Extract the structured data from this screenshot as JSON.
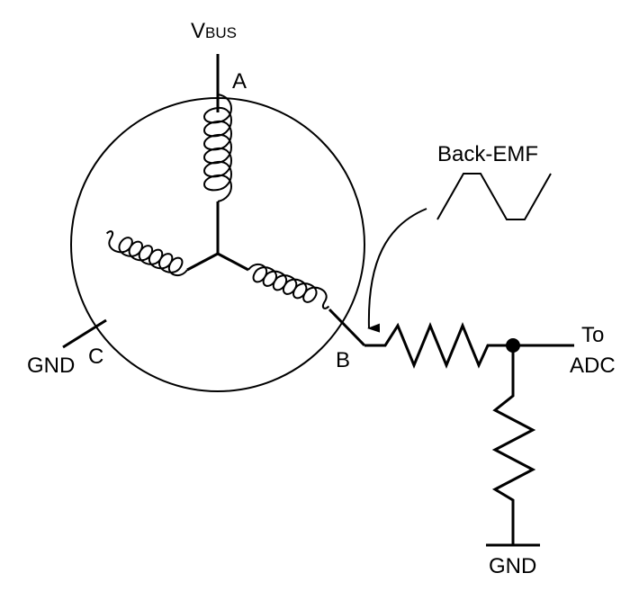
{
  "labels": {
    "vbus_main": "V",
    "vbus_sub": "BUS",
    "a": "A",
    "b": "B",
    "c": "C",
    "gnd_left": "GND",
    "gnd_bottom": "GND",
    "back_emf": "Back-EMF",
    "to": "To",
    "adc": "ADC"
  }
}
